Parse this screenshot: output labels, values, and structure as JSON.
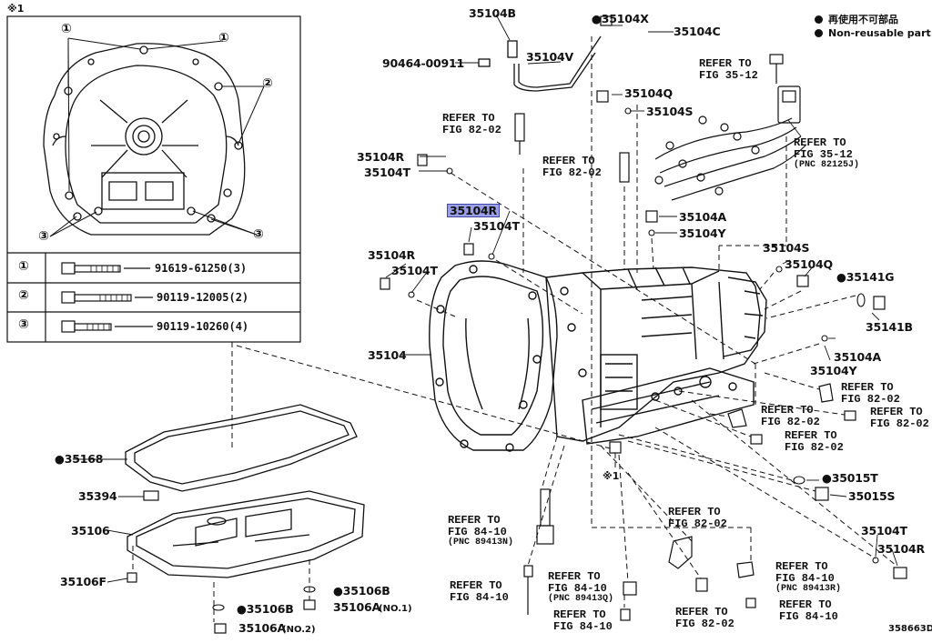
{
  "legend": {
    "line1": "再使用不可部品",
    "line2": "Non-reusable part"
  },
  "inset": {
    "note": "※1",
    "table": [
      {
        "key": "①",
        "part": "91619-61250(3)"
      },
      {
        "key": "②",
        "part": "90119-12005(2)"
      },
      {
        "key": "③",
        "part": "90119-10260(4)"
      }
    ],
    "callouts": {
      "c1": "①",
      "c2": "②",
      "c3": "③"
    }
  },
  "parts": {
    "p35104B": "35104B",
    "p35104X": "●35104X",
    "p35104C": "35104C",
    "p90464": "90464-00911",
    "p35104V": "35104V",
    "p35104Q_top": "35104Q",
    "p35104S_top": "35104S",
    "p35104R_a": "35104R",
    "p35104T_a": "35104T",
    "p35104R_hl": "35104R",
    "p35104T_b": "35104T",
    "p35104A_top": "35104A",
    "p35104Y_top": "35104Y",
    "p35104R_c": "35104R",
    "p35104T_c": "35104T",
    "p35104S_mid": "35104S",
    "p35104Q_mid": "35104Q",
    "p35141G": "●35141G",
    "p35141B": "35141B",
    "p35104": "35104",
    "p35104A_mid": "35104A",
    "p35104Y_mid": "35104Y",
    "p35168": "●35168",
    "p35394": "35394",
    "p35106": "35106",
    "p35106F": "35106F",
    "p35106B_r": "●35106B",
    "p35106B_l": "●35106B",
    "p35106A1": "35106A",
    "p35106A1_note": "(NO.1)",
    "p35106A2": "35106A",
    "p35106A2_note": "(NO.2)",
    "p35015T": "●35015T",
    "p35015S": "35015S",
    "p35104T_r": "35104T",
    "p35104R_r": "35104R",
    "note1": "※1",
    "diagram_id": "358663D"
  },
  "refs": {
    "r_35_12_a": [
      "REFER TO",
      "FIG 35-12"
    ],
    "r_82_02_a": [
      "REFER TO",
      "FIG 82-02"
    ],
    "r_82_02_b": [
      "REFER TO",
      "FIG 82-02"
    ],
    "r_35_12_b": [
      "REFER TO",
      "FIG 35-12",
      "(PNC 82125J)"
    ],
    "r_82_02_c": [
      "REFER TO",
      "FIG 82-02"
    ],
    "r_82_02_d": [
      "REFER TO",
      "FIG 82-02"
    ],
    "r_82_02_e": [
      "REFER TO",
      "FIG 82-02"
    ],
    "r_82_02_f": [
      "REFER TO",
      "FIG 82-02"
    ],
    "r_84_10_a": [
      "REFER TO",
      "FIG 84-10",
      "(PNC 89413N)"
    ],
    "r_82_02_g": [
      "REFER TO",
      "FIG 82-02"
    ],
    "r_84_10_b": [
      "REFER TO",
      "FIG 84-10"
    ],
    "r_84_10_c": [
      "REFER TO",
      "FIG 84-10",
      "(PNC 89413Q)"
    ],
    "r_84_10_d": [
      "REFER TO",
      "FIG 84-10"
    ],
    "r_82_02_h": [
      "REFER TO",
      "FIG 82-02"
    ],
    "r_84_10_e": [
      "REFER TO",
      "FIG 84-10",
      "(PNC 89413R)"
    ],
    "r_84_10_f": [
      "REFER TO",
      "FIG 84-10"
    ]
  }
}
